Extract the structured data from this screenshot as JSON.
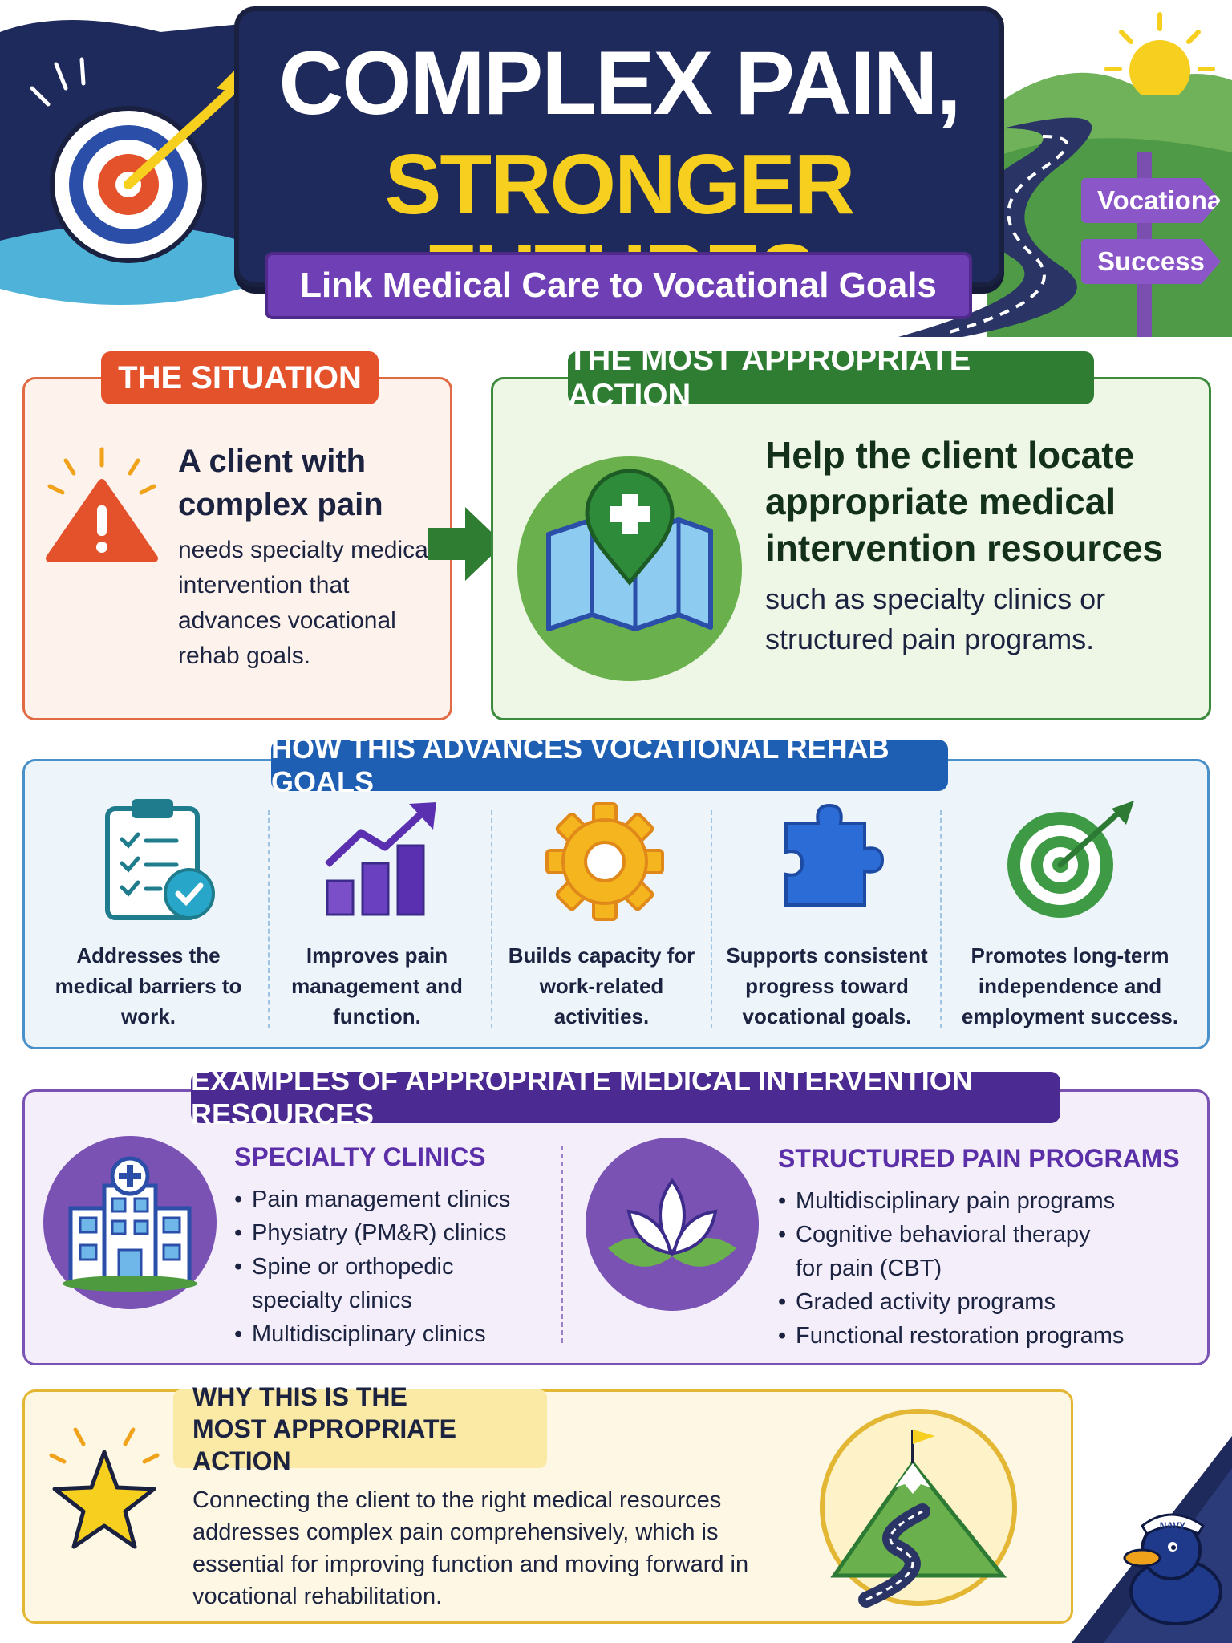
{
  "header": {
    "title_line1": "COMPLEX PAIN,",
    "title_line2": "STRONGER FUTURES",
    "subtitle": "Link Medical Care to Vocational Goals",
    "signpost": [
      "Vocational",
      "Success"
    ]
  },
  "situation": {
    "label": "THE SITUATION",
    "heading": "A client with complex pain",
    "body": "needs specialty medical intervention that advances vocational rehab goals."
  },
  "action": {
    "label": "THE MOST APPROPRIATE ACTION",
    "heading": "Help the client locate appropriate medical intervention resources",
    "body": "such as specialty clinics or structured pain programs."
  },
  "goals": {
    "label": "HOW THIS ADVANCES VOCATIONAL REHAB GOALS",
    "items": [
      {
        "icon": "clipboard-check-icon",
        "text": "Addresses the medical barriers to work."
      },
      {
        "icon": "growth-chart-icon",
        "text": "Improves pain management and function."
      },
      {
        "icon": "gear-icon",
        "text": "Builds capacity for work-related activities."
      },
      {
        "icon": "puzzle-piece-icon",
        "text": "Supports consistent progress toward vocational goals."
      },
      {
        "icon": "target-icon",
        "text": "Promotes long-term independence and employment success."
      }
    ]
  },
  "examples": {
    "label": "EXAMPLES OF APPROPRIATE MEDICAL INTERVENTION RESOURCES",
    "specialty": {
      "heading": "SPECIALTY CLINICS",
      "items": [
        "Pain management clinics",
        "Physiatry (PM&R) clinics",
        "Spine or orthopedic specialty clinics",
        "Multidisciplinary clinics"
      ]
    },
    "programs": {
      "heading": "STRUCTURED PAIN PROGRAMS",
      "items": [
        "Multidisciplinary pain programs",
        "Cognitive behavioral therapy for pain (CBT)",
        "Graded activity programs",
        "Functional restoration programs"
      ]
    }
  },
  "why": {
    "label_line1": "WHY THIS IS THE",
    "label_line2": "MOST APPROPRIATE ACTION",
    "body": "Connecting the client to the right medical resources addresses complex pain comprehensively, which is essential for improving function and moving forward in vocational rehabilitation."
  },
  "mascot": {
    "hat_text": "NAVY"
  },
  "colors": {
    "navy": "#1f2a5c",
    "yellow": "#f7cf1e",
    "purple": "#6f3fb5",
    "orange": "#e4522c",
    "green": "#2e7d32",
    "blue": "#1e5fb3"
  }
}
